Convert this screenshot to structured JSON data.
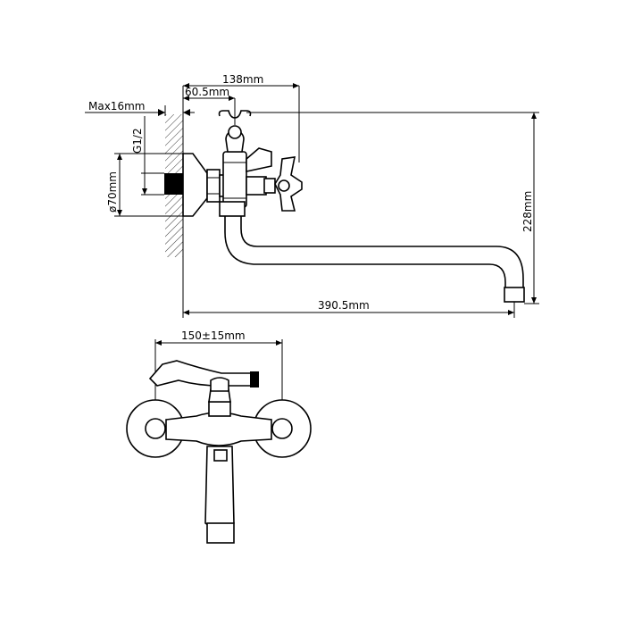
{
  "dimensions": {
    "overall_top": "138mm",
    "wall_to_body": "60.5mm",
    "max_wall": "Max16mm",
    "thread": "G1/2",
    "flange_dia": "ø70mm",
    "height": "228mm",
    "spout_length": "390.5mm",
    "centers": "150±15mm"
  }
}
